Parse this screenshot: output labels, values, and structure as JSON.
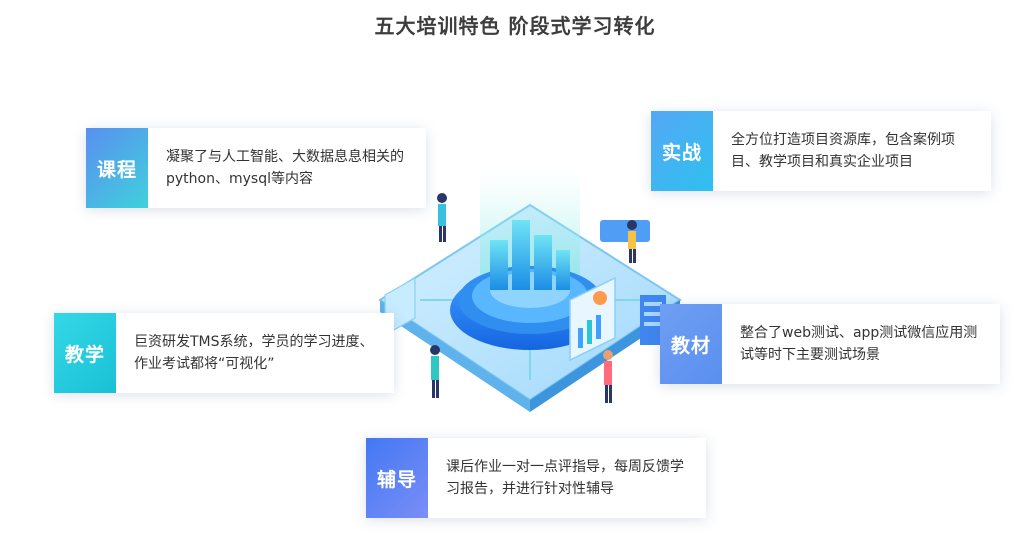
{
  "title": "五大培训特色 阶段式学习转化",
  "cards": {
    "kecheng": {
      "tag": "课程",
      "text": "凝聚了与人工智能、大数据息息相关的python、mysql等内容"
    },
    "shizhan": {
      "tag": "实战",
      "text": "全方位打造项目资源库，包含案例项目、教学项目和真实企业项目"
    },
    "jiaoxue": {
      "tag": "教学",
      "text": "巨资研发TMS系统，学员的学习进度、作业考试都将“可视化”"
    },
    "jiaocai": {
      "tag": "教材",
      "text": "整合了web测试、app测试微信应用测试等时下主要测试场景"
    },
    "fudao": {
      "tag": "辅导",
      "text": "课后作业一对一点评指导，每周反馈学习报告，并进行针对性辅导"
    }
  },
  "colors": {
    "accent_blue": "#3f86f0",
    "accent_cyan": "#2fc6e4",
    "title_text": "#3d3d3d"
  }
}
